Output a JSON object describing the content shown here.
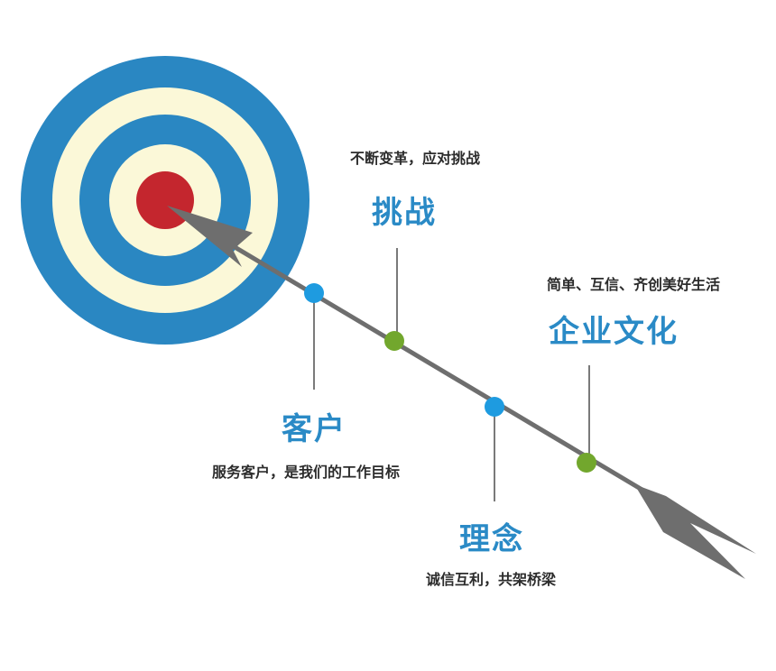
{
  "colors": {
    "ring_blue": "#2a87c2",
    "ring_cream": "#fbf8d8",
    "bullseye_red": "#c4262e",
    "arrow_gray": "#6e6e6e",
    "node_blue": "#1e9be0",
    "node_green": "#72a72d",
    "title_blue": "#2a8ac6",
    "text_dark": "#2c2c2c"
  },
  "nodes": [
    {
      "id": "challenge",
      "title": "挑战",
      "desc": "不断变革，应对挑战",
      "color": "green"
    },
    {
      "id": "culture",
      "title": "企业文化",
      "desc": "简单、互信、齐创美好生活",
      "color": "green"
    },
    {
      "id": "customer",
      "title": "客户",
      "desc": "服务客户，是我们的工作目标",
      "color": "blue"
    },
    {
      "id": "philosophy",
      "title": "理念",
      "desc": "诚信互利，共架桥梁",
      "color": "blue"
    }
  ]
}
